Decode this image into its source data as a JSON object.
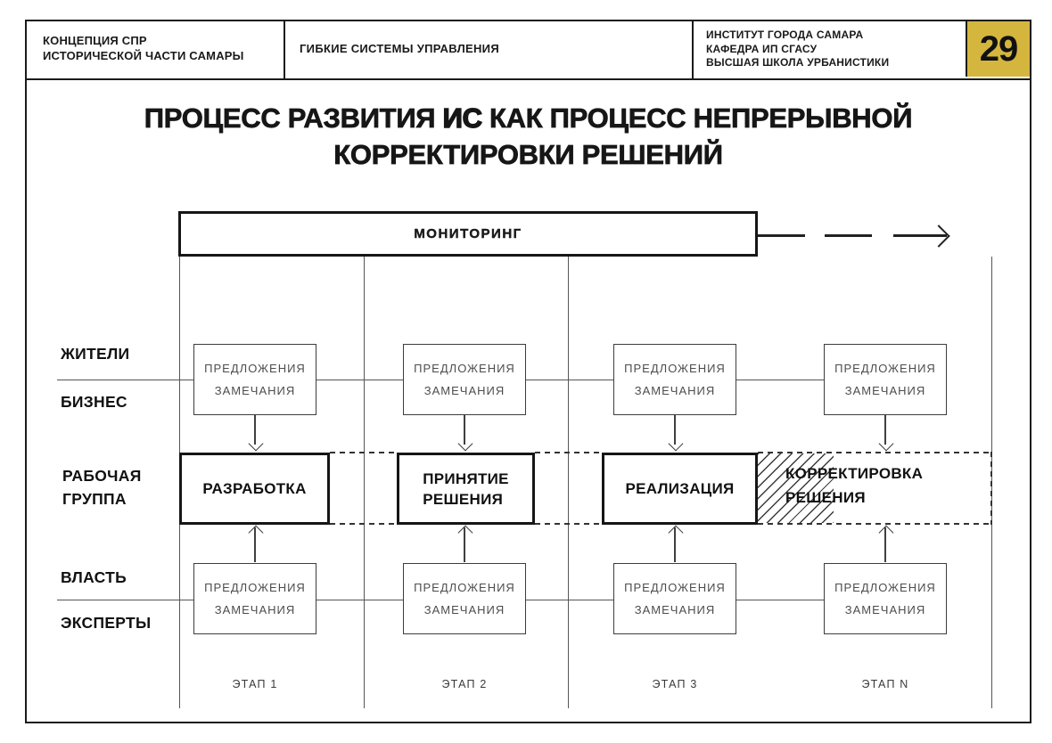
{
  "slide": {
    "header": {
      "project": {
        "line1": "КОНЦЕПЦИЯ СПР",
        "line2": "ИСТОРИЧЕСКОЙ ЧАСТИ САМАРЫ"
      },
      "section": "ГИБКИЕ СИСТЕМЫ УПРАВЛЕНИЯ",
      "organization": {
        "line1": "ИНСТИТУТ ГОРОДА САМАРА",
        "line2": "КАФЕДРА ИП СГАСУ",
        "line3": "ВЫСШАЯ ШКОЛА УРБАНИСТИКИ"
      },
      "page_number": "29",
      "page_number_bg": "#d4b63e"
    },
    "title": {
      "line1_part1": "ПРОЦЕСС РАЗВИТИЯ ",
      "line1_emphasis": "ИС",
      "line1_part2": " КАК ПРОЦЕСС НЕПРЕРЫВНОЙ",
      "line2": "КОРРЕКТИРОВКИ РЕШЕНИЙ"
    },
    "diagram": {
      "monitoring_label": "МОНИТОРИНГ",
      "actors": {
        "top_primary": "ЖИТЕЛИ",
        "top_secondary": "БИЗНЕС",
        "middle_line1": "РАБОЧАЯ",
        "middle_line2": "ГРУППА",
        "bottom_primary": "ВЛАСТЬ",
        "bottom_secondary": "ЭКСПЕРТЫ"
      },
      "feedback_box": {
        "line1": "ПРЕДЛОЖЕНИЯ",
        "line2": "ЗАМЕЧАНИЯ"
      },
      "stages": [
        {
          "label": "ЭТАП 1",
          "action_line1": "РАЗРАБОТКА",
          "action_line2": ""
        },
        {
          "label": "ЭТАП 2",
          "action_line1": "ПРИНЯТИЕ",
          "action_line2": "РЕШЕНИЯ"
        },
        {
          "label": "ЭТАП 3",
          "action_line1": "РЕАЛИЗАЦИЯ",
          "action_line2": ""
        },
        {
          "label": "ЭТАП N",
          "action_line1": "КОРРЕКТИРОВКА",
          "action_line2": "РЕШЕНИЯ"
        }
      ]
    }
  }
}
